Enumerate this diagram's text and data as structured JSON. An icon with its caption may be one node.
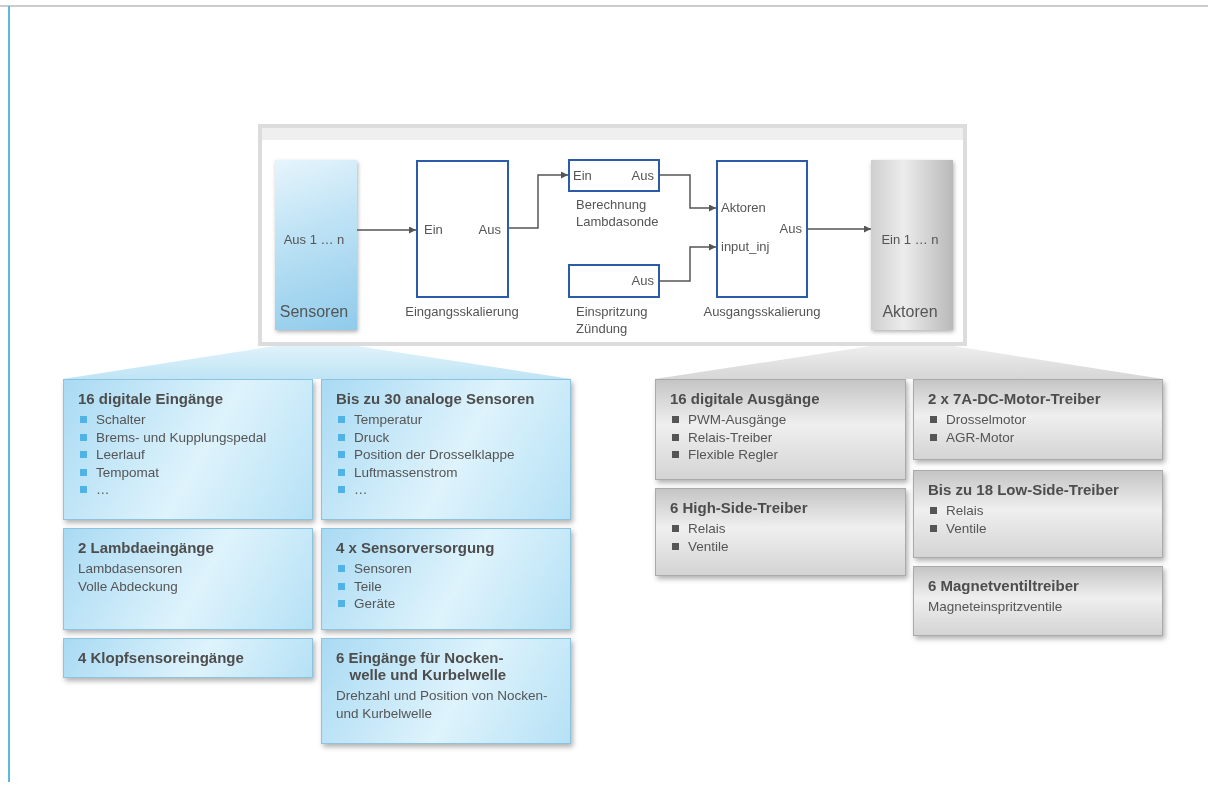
{
  "diagram": {
    "nodes": [
      {
        "text": [],
        "shape": "box"
      },
      {
        "text": [
          "Aus 1 … n",
          "Sensoren"
        ],
        "in": 0
      },
      {
        "text": [
          "Ein",
          "Aus"
        ],
        "in": 0,
        "beside": [
          "Eingangsskalierung"
        ]
      },
      {
        "text": [
          "Ein",
          "Aus"
        ],
        "in": 0,
        "beside": [
          "Berechnung Lambdasonde"
        ]
      },
      {
        "text": [
          "Aus"
        ],
        "in": 0,
        "beside": [
          "Einspritzung Zündung"
        ]
      },
      {
        "text": [
          "Aktoren",
          "input_inj",
          "Aus"
        ],
        "in": 0,
        "beside": [
          "Ausgangsskalierung"
        ]
      },
      {
        "text": [
          "Ein 1 … n",
          "Aktoren"
        ],
        "in": 0
      },
      {
        "text": [
          "16 digitale Eingänge",
          "Schalter",
          "Brems- und Kupplungspedal",
          "Leerlauf",
          "Tempomat",
          "…"
        ]
      },
      {
        "text": [
          "Bis zu 30 analoge Sensoren",
          "Temperatur",
          "Druck",
          "Position der Drosselklappe",
          "Luftmassenstrom",
          "…"
        ]
      },
      {
        "text": [
          "2 Lambdaeingänge",
          "Lambdasensoren",
          "Volle Abdeckung"
        ]
      },
      {
        "text": [
          "4 x Sensorversorgung",
          "Sensoren",
          "Teile",
          "Geräte"
        ]
      },
      {
        "text": [
          "4 Klopfsensoreingänge"
        ]
      },
      {
        "text": [
          "6 Eingänge für Nocken- welle und Kurbelwelle",
          "Drehzahl und Position von Nocken- und Kurbelwelle"
        ]
      },
      {
        "text": [
          "16 digitale Ausgänge",
          "PWM-Ausgänge",
          "Relais-Treiber",
          "Flexible Regler"
        ]
      },
      {
        "text": [
          "2 x 7A-DC-Motor-Treiber",
          "Drosselmotor",
          "AGR-Motor"
        ]
      },
      {
        "text": [
          "6 High-Side-Treiber",
          "Relais",
          "Ventile"
        ]
      },
      {
        "text": [
          "Bis zu 18 Low-Side-Treiber",
          "Relais",
          "Ventile"
        ]
      },
      {
        "text": [
          "6 Magnetventiltreiber",
          "Magneteinspritzventile"
        ]
      },
      {
        "text": [],
        "shape": "band"
      },
      {
        "text": [],
        "shape": "band"
      }
    ],
    "edges": [
      {
        "from": 1,
        "to": 2,
        "arrow": "to"
      },
      {
        "from": 2,
        "to": 3,
        "arrow": "to"
      },
      {
        "from": 3,
        "to": 5,
        "arrow": "to"
      },
      {
        "from": 4,
        "to": 5,
        "arrow": "to"
      },
      {
        "from": 5,
        "to": 6,
        "arrow": "to"
      }
    ]
  }
}
